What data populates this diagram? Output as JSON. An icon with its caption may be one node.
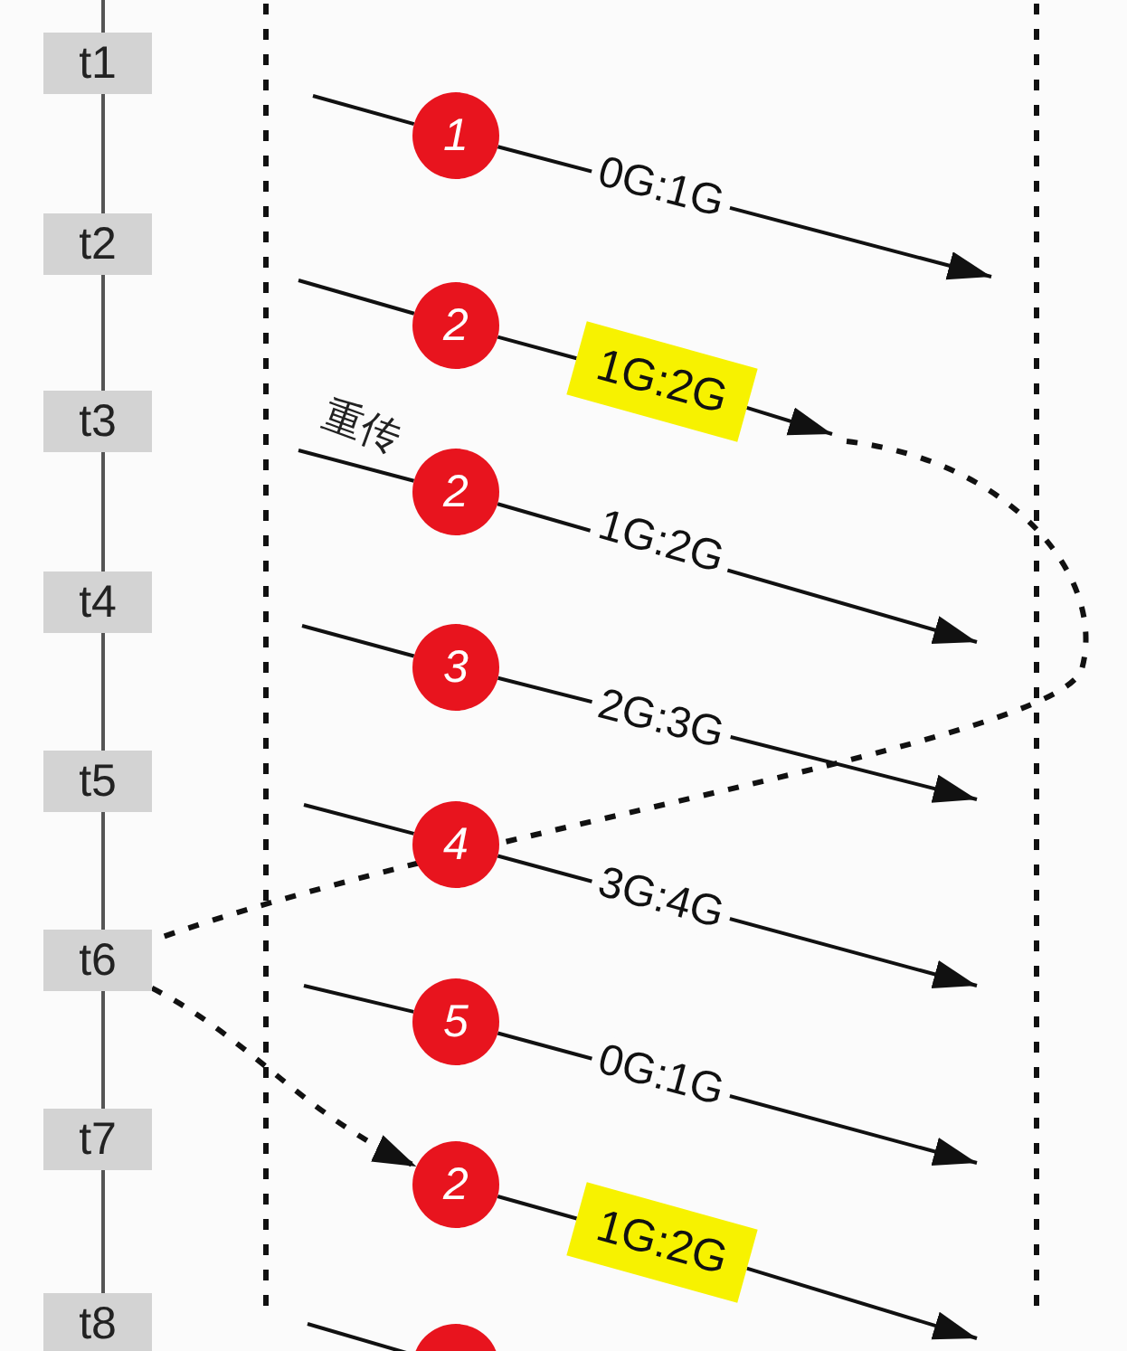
{
  "diagram": {
    "nodes": [
      {
        "text": [
          "t1"
        ]
      },
      {
        "text": [
          "t2"
        ]
      },
      {
        "text": [
          "t3"
        ]
      },
      {
        "text": [
          "t4"
        ]
      },
      {
        "text": [
          "t5"
        ]
      },
      {
        "text": [
          "t6"
        ]
      },
      {
        "text": [
          "t7"
        ]
      },
      {
        "text": [
          "t8"
        ]
      },
      {
        "text": [
          "1"
        ]
      },
      {
        "text": [
          "2"
        ]
      },
      {
        "text": [
          "1G:2G"
        ]
      },
      {
        "text": [
          "2"
        ]
      },
      {
        "text": [
          "3"
        ]
      },
      {
        "text": [
          "4"
        ]
      },
      {
        "text": [
          "5"
        ]
      },
      {
        "text": [
          "2"
        ]
      },
      {
        "text": [
          "1G:2G"
        ]
      },
      {
        "text": [],
        "shape": "circle"
      }
    ],
    "edges": [
      {
        "from": 8,
        "to": null,
        "arrow": "to",
        "label": "0G:1G"
      },
      {
        "from": 9,
        "to": 10,
        "arrow": "none"
      },
      {
        "from": 10,
        "to": null,
        "arrow": "to"
      },
      {
        "from": 11,
        "to": null,
        "arrow": "to",
        "label": "1G:2G"
      },
      {
        "from": 12,
        "to": null,
        "arrow": "to",
        "label": "2G:3G"
      },
      {
        "from": 13,
        "to": null,
        "arrow": "to",
        "label": "3G:4G"
      },
      {
        "from": 14,
        "to": null,
        "arrow": "to",
        "label": "0G:1G"
      },
      {
        "from": 15,
        "to": 16,
        "arrow": "none"
      },
      {
        "from": 16,
        "to": null,
        "arrow": "to"
      },
      {
        "from": null,
        "to": 5,
        "arrow": "none",
        "style": "dashed"
      },
      {
        "from": 5,
        "to": 15,
        "arrow": "to",
        "style": "dashed"
      }
    ],
    "labels": [
      "重传"
    ]
  }
}
